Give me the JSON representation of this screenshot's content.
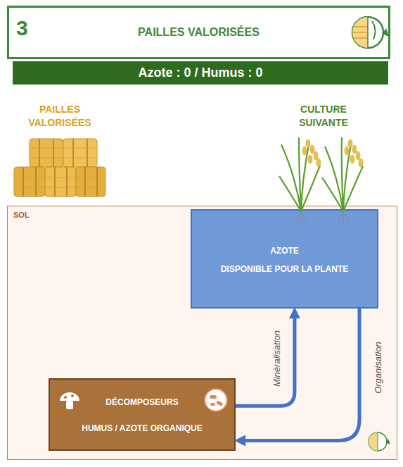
{
  "diagram": {
    "nodes": [
      {
        "text": [
          "3",
          "PAILLES VALORISÉES"
        ]
      },
      {
        "text": [
          "Azote : 0 / Humus : 0"
        ]
      },
      {
        "text": [
          "SOL"
        ]
      },
      {
        "text": [
          "AZOTE",
          "DISPONIBLE POUR LA PLANTE"
        ],
        "in": 2
      },
      {
        "text": [
          "DÉCOMPOSEURS",
          "HUMUS / AZOTE ORGANIQUE"
        ],
        "in": 2
      }
    ],
    "edges": [
      {
        "from": 4,
        "to": 3,
        "label": "Minéralisation",
        "arrow": "to"
      },
      {
        "from": 3,
        "to": 4,
        "label": "Organisation",
        "arrow": "to"
      }
    ],
    "labels": [
      "PAILLES VALORISÉES",
      "CULTURE SUIVANTE"
    ]
  }
}
